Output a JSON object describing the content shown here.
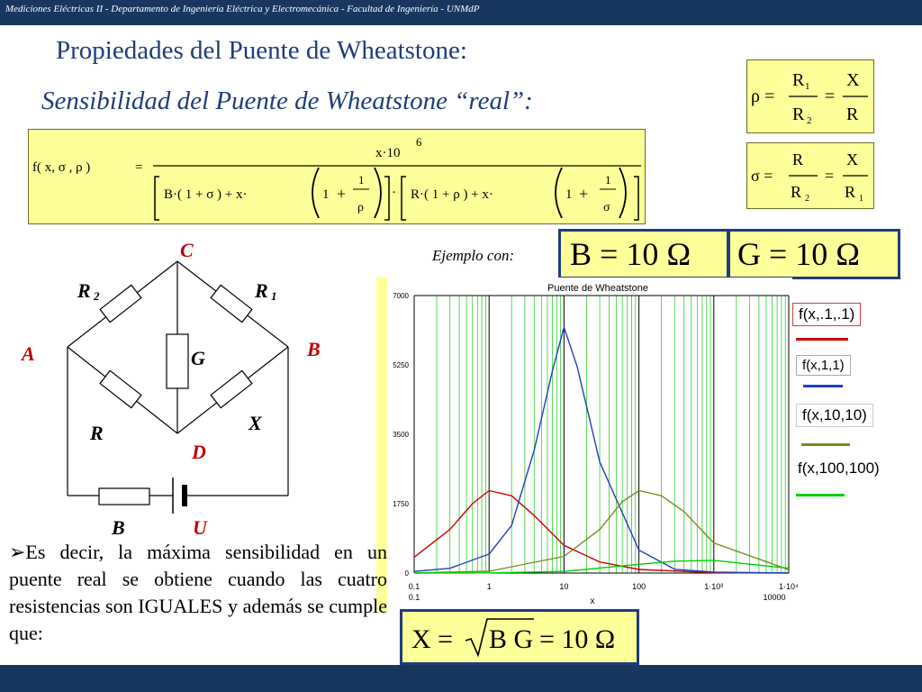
{
  "header": {
    "text": "Mediciones Eléctricas II - Departamento de Ingeniería Eléctrica y Electromecánica  - Facultad de Ingeniería  - UNMdP"
  },
  "slide": {
    "title": "Propiedades del Puente de Wheatstone:",
    "subtitle": "Sensibilidad del Puente de Wheatstone “real”:"
  },
  "formulas": {
    "f_lhs": "f( x, σ , ρ )",
    "eq": "=",
    "numerator": "x·10",
    "numerator_exp": "6",
    "den_left": "B·( 1 + σ ) + x·",
    "den_right": "R·( 1 + ρ ) + x·",
    "one": "1",
    "plus": "+",
    "rho": "ρ",
    "sigma": "σ",
    "dot": "·"
  },
  "rho_def": {
    "lhs": "ρ =",
    "n1": "R",
    "n1_sub": "1",
    "d1": "R",
    "d1_sub": "2",
    "eq": "=",
    "n2": "X",
    "d2": "R"
  },
  "sigma_def": {
    "lhs": "σ =",
    "n1": "R",
    "d1": "R",
    "d1_sub": "2",
    "eq": "=",
    "n2": "X",
    "d2": "R",
    "d2_sub": "1"
  },
  "circuit": {
    "labels": {
      "C": "C",
      "A": "A",
      "B": "B",
      "D": "D",
      "U": "U",
      "R2": "R",
      "R2_sub": "2",
      "R1": "R",
      "R1_sub": "1",
      "G": "G",
      "R": "R",
      "X": "X",
      "Bres": "B"
    }
  },
  "example": {
    "label": "Ejemplo con:",
    "b_eq": "B = 10  Ω",
    "g_eq": "G = 10  Ω"
  },
  "legends": [
    {
      "text": "f(x,.1,.1)",
      "color": "#cc0000"
    },
    {
      "text": "f(x,1,1)",
      "color": "#1f3fbf"
    },
    {
      "text": "f(x,10,10)",
      "color": "#7a8a20"
    },
    {
      "text": "f(x,100,100)",
      "color": "#00d000"
    }
  ],
  "paragraph": {
    "text": "➢Es decir, la máxima sensibilidad en un puente real se obtiene cuando las cuatro resistencias son IGUALES y además se cumple que:"
  },
  "result": {
    "lhs": "X =",
    "radicand": "B G",
    "rhs": "= 10 Ω"
  },
  "chart_data": {
    "type": "line",
    "title": "Puente de Wheatstone",
    "xlabel": "x",
    "x_scale": "log",
    "xlim": [
      0.1,
      10000
    ],
    "ylim": [
      0,
      7000
    ],
    "y_ticks": [
      "0",
      "1750",
      "3500",
      "5250",
      "7000"
    ],
    "x_ticks_top": [
      "0.1",
      "1",
      "10",
      "100",
      "1·10³",
      "1·10⁴"
    ],
    "x_ticks_bottom": [
      "0.1",
      "10000"
    ],
    "grid": true,
    "series": [
      {
        "name": "f(x,.1,.1)",
        "color": "#cc0000",
        "x": [
          0.1,
          0.3,
          0.6,
          1,
          2,
          4,
          10,
          30,
          100,
          1000,
          10000
        ],
        "y": [
          400,
          1100,
          1750,
          2080,
          1950,
          1450,
          700,
          280,
          90,
          10,
          1
        ]
      },
      {
        "name": "f(x,1,1)",
        "color": "#1f3fbf",
        "x": [
          0.1,
          0.3,
          1,
          2,
          4,
          7,
          10,
          15,
          30,
          100,
          300,
          1000,
          10000
        ],
        "y": [
          40,
          120,
          480,
          1200,
          3100,
          5100,
          6200,
          5200,
          2800,
          580,
          95,
          25,
          2
        ]
      },
      {
        "name": "f(x,10,10)",
        "color": "#7a8a20",
        "x": [
          0.1,
          1,
          10,
          30,
          60,
          100,
          200,
          400,
          1000,
          10000
        ],
        "y": [
          5,
          45,
          420,
          1100,
          1800,
          2080,
          1950,
          1550,
          760,
          85
        ]
      },
      {
        "name": "f(x,100,100)",
        "color": "#00d000",
        "x": [
          0.1,
          1,
          10,
          100,
          300,
          1000,
          10000
        ],
        "y": [
          0.5,
          4,
          40,
          220,
          300,
          320,
          120
        ]
      }
    ]
  },
  "colors": {
    "bar": "#17375e",
    "title": "#1f3d7a",
    "formula_bg": "#ffff99",
    "label_red": "#c00000"
  }
}
